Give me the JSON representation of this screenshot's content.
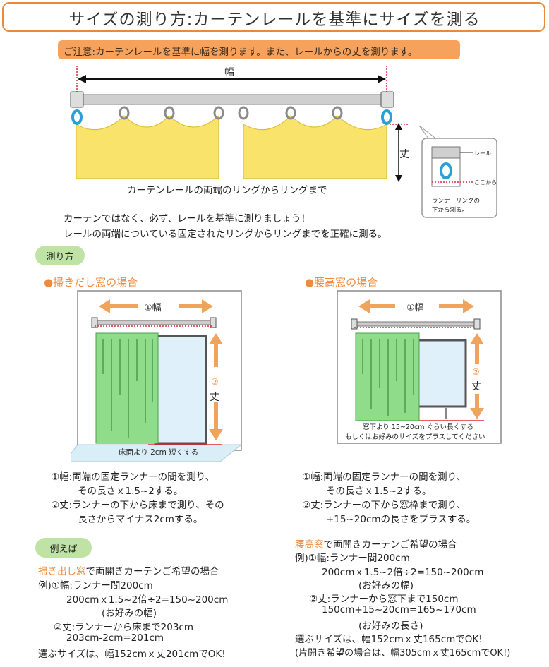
{
  "page": {
    "title": "サイズの測り方:カーテンレールを基準にサイズを測る",
    "notice": "ご注意:カーテンレールを基準に幅を測ります。また、レールからの丈を測ります。"
  },
  "diagram": {
    "width_label": "幅",
    "length_label": "丈",
    "caption": "カーテンレールの両端のリングからリングまで",
    "inset": {
      "rail_label": "レール",
      "from_here_label": "ここから",
      "note_line1": "ランナーリングの",
      "note_line2": "下から測る。"
    }
  },
  "intro": {
    "line1": "カーテンではなく、必ず、レールを基準に測りましょう！",
    "line2": "レールの両端についている固定されたリングからリングまでを正確に測る。"
  },
  "measure_pill": "測り方",
  "left_case": {
    "heading": "掃きだし窓の場合",
    "width_label": "①幅",
    "length_label_num": "②",
    "length_label": "丈",
    "floor_note": "床面より 2cm 短くする",
    "desc1_a": "①幅:両端の固定ランナーの間を測り、",
    "desc1_b": "その長さｘ1.5~2する。",
    "desc2_a": "②丈:ランナーの下から床まで測り、その",
    "desc2_b": "長さからマイナス2cmする。"
  },
  "right_case": {
    "heading": "腰高窓の場合",
    "width_label": "①幅",
    "length_label_num": "②",
    "length_label": "丈",
    "sill_note1": "窓下より 15~20cm ぐらい長くする",
    "sill_note2": "もしくはお好みのサイズをプラスしてください",
    "desc1_a": "①幅:両端の固定ランナーの間を測り、",
    "desc1_b": "その長さｘ1.5~2する。",
    "desc2_a": "②丈:ランナーの下から窓枠まで測り、",
    "desc2_b": "+15~20cmの長さをプラスする。"
  },
  "example_pill": "例えば",
  "left_example": {
    "heading_highlight": "掃き出し窓",
    "heading_rest": "で両開きカーテンご希望の場合",
    "l1": "例)①幅:ランナー間200cm",
    "l2": "200cmｘ1.5~2倍÷2=150~200cm",
    "l3": "(お好みの幅)",
    "l4": "②丈:ランナーから床まで203cm",
    "l5": "203cm-2cm=201cm",
    "l6": "選ぶサイズは、幅152cmｘ丈201cmでOK!"
  },
  "right_example": {
    "heading_highlight": "腰高窓",
    "heading_rest": "で両開きカーテンご希望の場合",
    "l1": "例)①幅:ランナー間200cm",
    "l2": "200cmｘ1.5~2倍÷2=150~200cm",
    "l3": "(お好みの幅)",
    "l4": "②丈:ランナーから窓下まで150cm",
    "l5": "150cm+15~20cm=165~170cm",
    "l6": "(お好みの長さ)",
    "l7": "選ぶサイズは、幅152cmｘ丈165cmでOK!",
    "l8": "(片開き希望の場合は、幅305cmｘ丈165cmでOK!)"
  },
  "colors": {
    "accent_orange": "#ef8a3e",
    "notice_bg": "#f6a15c",
    "pill_green": "#bfe3a4",
    "curtain_yellow": "#f9e36a",
    "curtain_green": "#8fdc8a",
    "ring_blue": "#2a9fd8",
    "guide_red": "#e0293a",
    "arrow_orange": "#f0a35a"
  }
}
